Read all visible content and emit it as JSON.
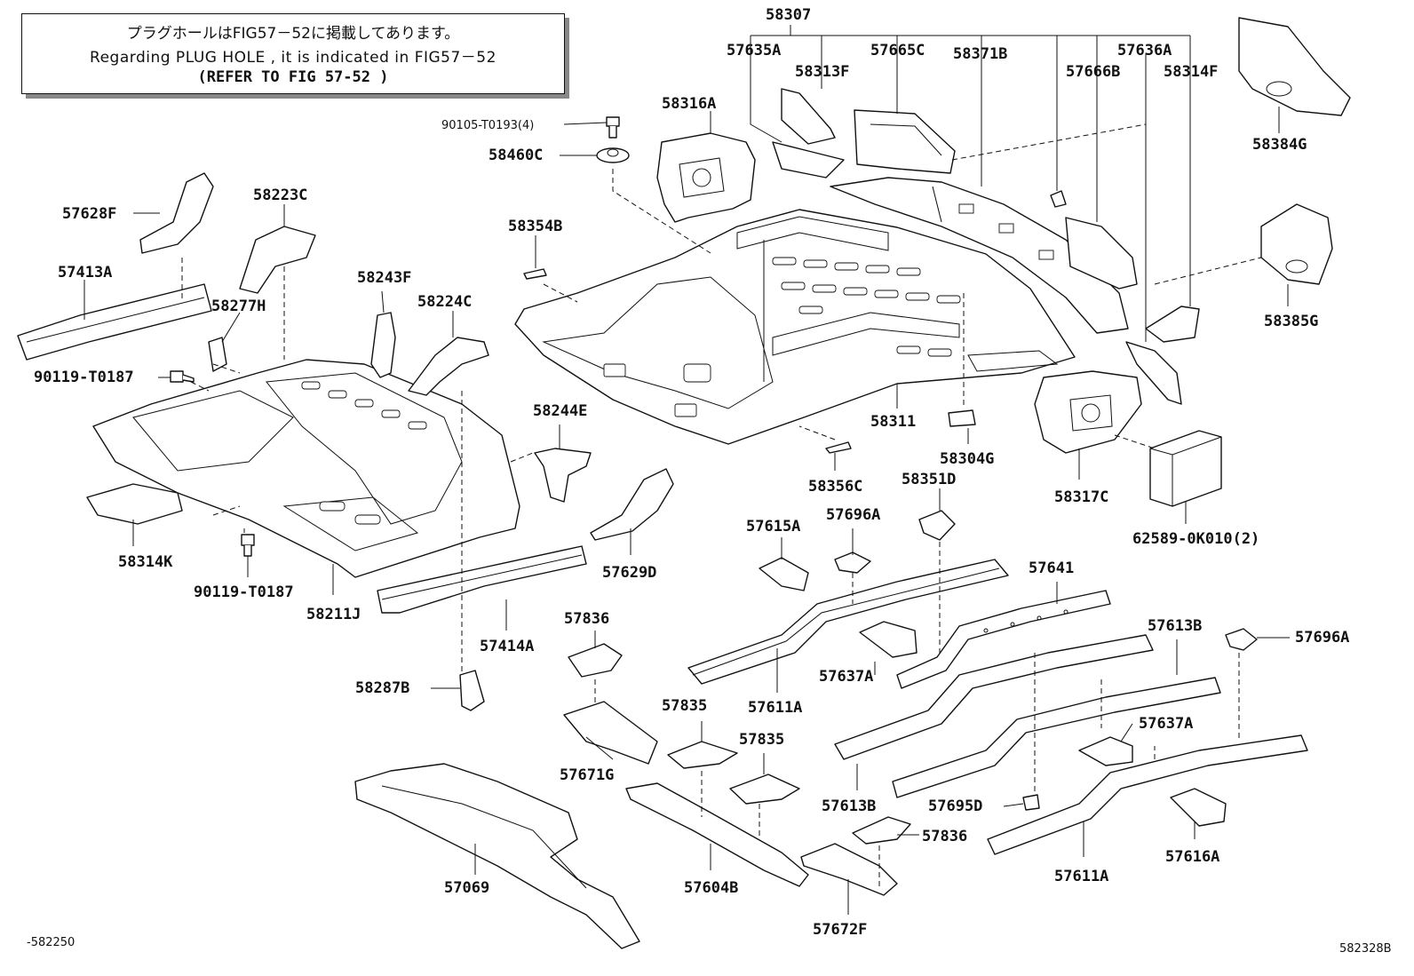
{
  "notice": {
    "line_ja": "プラグホールはFIG57－52に掲載してあります。",
    "line_en": "Regarding PLUG HOLE , it is indicated in FIG57－52",
    "line_ref": "(REFER TO FIG 57-52 )"
  },
  "corner_codes": {
    "left": "-582250",
    "right": "582328B"
  },
  "callouts": {
    "p58307": "58307",
    "p57635A": "57635A",
    "p58313F": "58313F",
    "p57665C": "57665C",
    "p58371B": "58371B",
    "p57636A": "57636A",
    "p57666B": "57666B",
    "p58314F": "58314F",
    "p58384G": "58384G",
    "p58385G": "58385G",
    "p58316A": "58316A",
    "p90105": "90105-T0193(4)",
    "p58460C": "58460C",
    "p58354B": "58354B",
    "p57628F": "57628F",
    "p58223C": "58223C",
    "p57413A": "57413A",
    "p58243F": "58243F",
    "p58277H": "58277H",
    "p58224C": "58224C",
    "p90119a": "90119-T0187",
    "p58244E": "58244E",
    "p58311": "58311",
    "p58304G": "58304G",
    "p58317C": "58317C",
    "p58356C": "58356C",
    "p58351D": "58351D",
    "p62589": "62589-0K010(2)",
    "p58314K": "58314K",
    "p90119b": "90119-T0187",
    "p58211J": "58211J",
    "p57629D": "57629D",
    "p57615A": "57615A",
    "p57696A_1": "57696A",
    "p57641": "57641",
    "p57613B_1": "57613B",
    "p57696A_2": "57696A",
    "p57414A": "57414A",
    "p57836_1": "57836",
    "p58287B": "58287B",
    "p57637A_1": "57637A",
    "p57611A_1": "57611A",
    "p57835_1": "57835",
    "p57835_2": "57835",
    "p57671G": "57671G",
    "p57637A_2": "57637A",
    "p57613B_2": "57613B",
    "p57695D": "57695D",
    "p57836_2": "57836",
    "p57069": "57069",
    "p57604B": "57604B",
    "p57672F": "57672F",
    "p57611A_2": "57611A",
    "p57616A": "57616A"
  }
}
